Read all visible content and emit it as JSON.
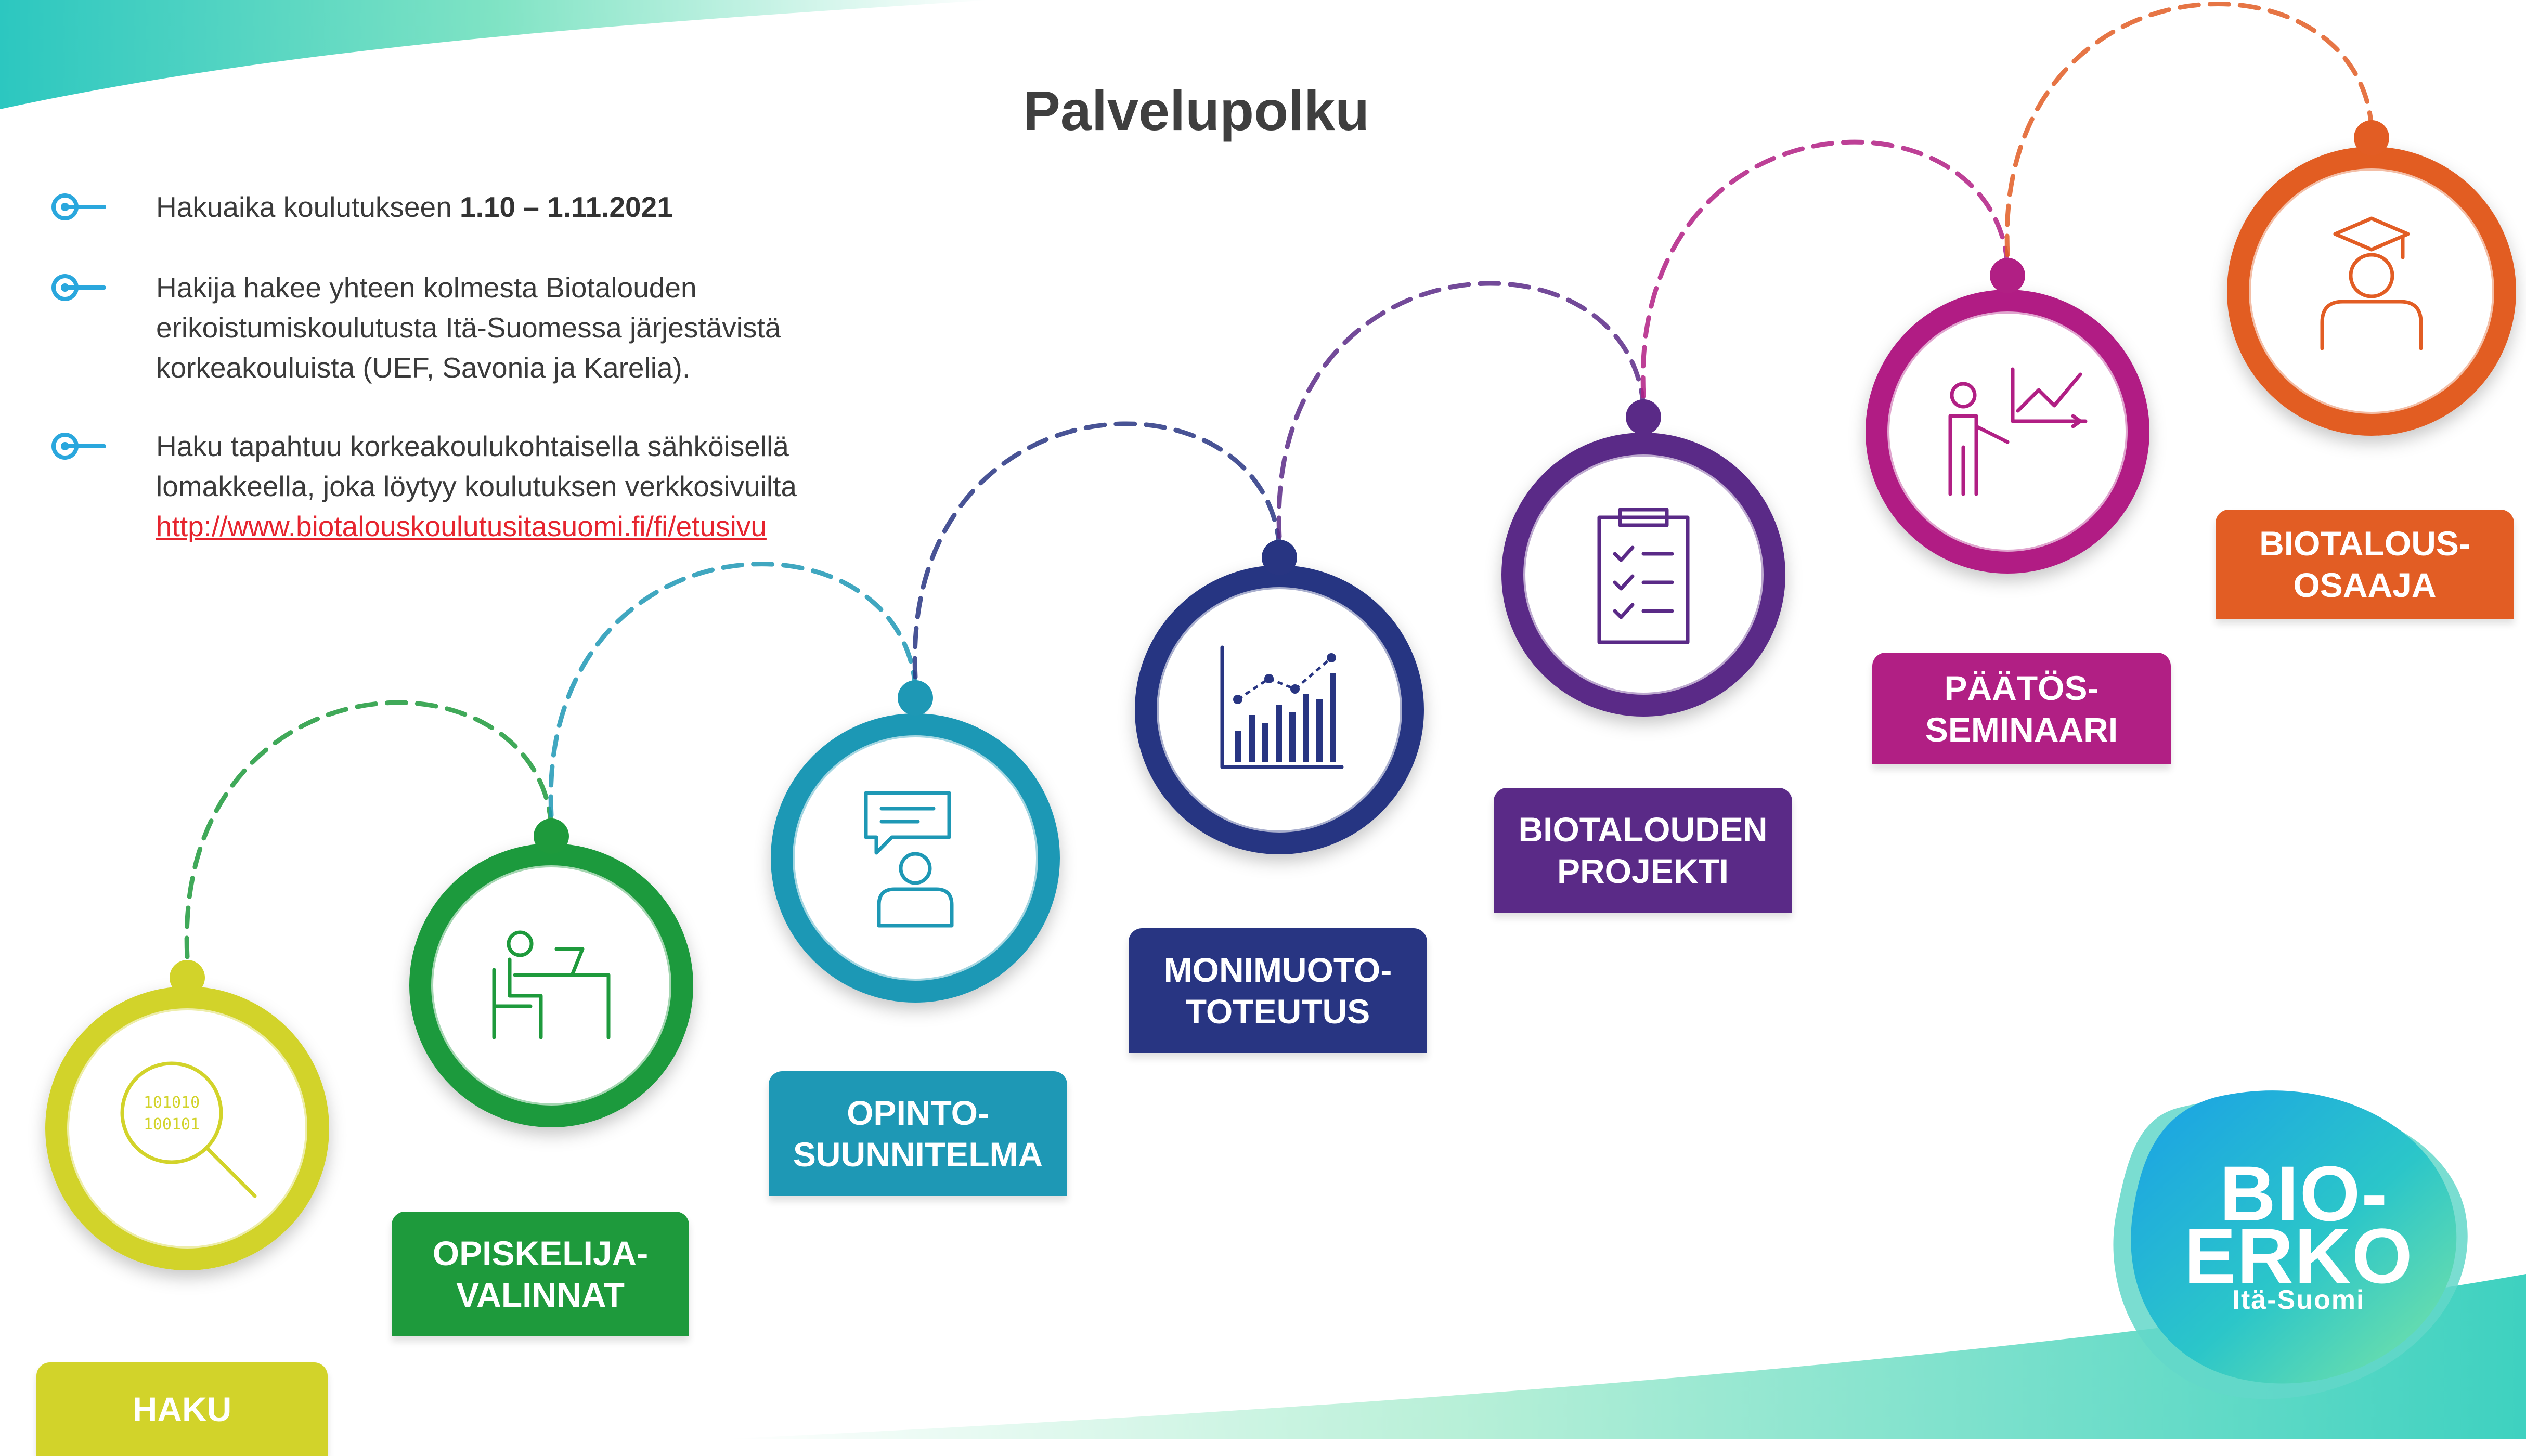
{
  "title": "Palvelupolku",
  "bullets": [
    {
      "lines": [
        {
          "text": "Hakuaika koulutukseen ",
          "bold": "1.10 – 1.11.2021"
        }
      ]
    },
    {
      "lines": [
        {
          "text": "Hakija hakee yhteen kolmesta Biotalouden"
        },
        {
          "text": "erikoistumiskoulutusta Itä-Suomessa järjestävistä"
        },
        {
          "text": "korkeakouluista (UEF, Savonia ja Karelia)."
        }
      ]
    },
    {
      "lines": [
        {
          "text": "Haku tapahtuu korkeakoulukohtaisella sähköisellä"
        },
        {
          "text": "lomakkeella, joka löytyy koulutuksen verkkosivuilta"
        }
      ],
      "link": "http://www.biotalouskoulutusitasuomi.fi/fi/etusivu"
    }
  ],
  "steps": [
    {
      "label": [
        "HAKU"
      ],
      "color": "#d2d32a",
      "icon": "data-search-icon",
      "icon_text": [
        "101010",
        "100101"
      ]
    },
    {
      "label": [
        "OPISKELIJA-",
        "VALINNAT"
      ],
      "color": "#1e9a3c",
      "icon": "student-at-desk-icon"
    },
    {
      "label": [
        "OPINTO-",
        "SUUNNITELMA"
      ],
      "color": "#1e98b5",
      "icon": "person-chat-icon"
    },
    {
      "label": [
        "MONIMUOTO-",
        "TOTEUTUS"
      ],
      "color": "#283582",
      "icon": "bar-chart-icon"
    },
    {
      "label": [
        "BIOTALOUDEN",
        "PROJEKTI"
      ],
      "color": "#5a2a87",
      "icon": "checklist-icon"
    },
    {
      "label": [
        "PÄÄTÖS-",
        "SEMINAARI"
      ],
      "color": "#b11f84",
      "icon": "presenter-icon"
    },
    {
      "label": [
        "BIOTALOUS-",
        "OSAAJA"
      ],
      "color": "#e25d24",
      "icon": "graduate-icon"
    }
  ],
  "logo": {
    "line1": "BIO-",
    "line2": "ERKO",
    "line3": "Itä-Suomi"
  }
}
